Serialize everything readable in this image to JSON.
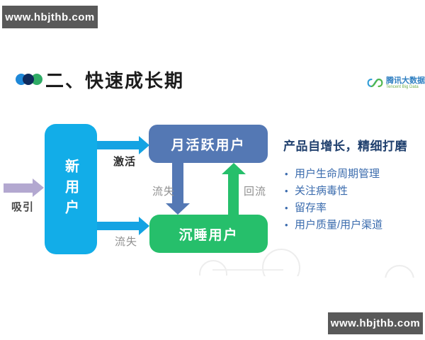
{
  "banners": {
    "top": "www.hbjthb.com",
    "bottom": "www.hbjthb.com"
  },
  "header": {
    "title": "二、快速成长期",
    "logo": {
      "name": "腾讯大数据",
      "subtitle": "Tencent Big Data"
    }
  },
  "diagram": {
    "nodes": {
      "new_users": {
        "label": "新用户",
        "color": "#12ade8"
      },
      "monthly_active": {
        "label": "月活跃用户",
        "color": "#5478b4"
      },
      "dormant": {
        "label": "沉睡用户",
        "color": "#26bf6b"
      }
    },
    "edges": {
      "attract": {
        "label": "吸引",
        "color": "#b3a8d0"
      },
      "activate": {
        "label": "激活",
        "color": "#14a3e3"
      },
      "churn_to_dormant_from_new": {
        "label": "流失",
        "color": "#14a3e3"
      },
      "churn_to_dormant_from_active": {
        "label": "流失",
        "color": "#5478b4"
      },
      "reflow": {
        "label": "回流",
        "color": "#26bf6b"
      }
    }
  },
  "panel": {
    "heading": "产品自增长，精细打磨",
    "bullet_glyph": "•",
    "bullets": [
      "用户生命周期管理",
      "关注病毒性",
      "留存率",
      "用户质量/用户渠道"
    ]
  }
}
